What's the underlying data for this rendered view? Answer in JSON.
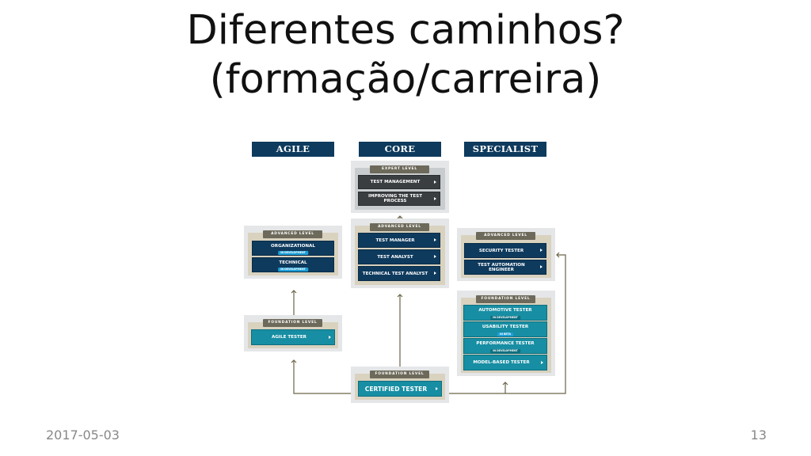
{
  "slide": {
    "title_line1": "Diferentes caminhos?",
    "title_line2": "(formação/carreira)",
    "date": "2017-05-03",
    "page": "13"
  },
  "diagram": {
    "headers": {
      "agile": "AGILE",
      "core": "CORE",
      "specialist": "SPECIALIST"
    },
    "levels": {
      "expert": "EXPERT LEVEL",
      "advanced": "ADVANCED LEVEL",
      "foundation": "FOUNDATION LEVEL"
    },
    "core_expert": [
      "TEST MANAGEMENT",
      "IMPROVING THE TEST PROCESS"
    ],
    "core_advanced": [
      "TEST MANAGER",
      "TEST ANALYST",
      "TECHNICAL TEST ANALYST"
    ],
    "core_foundation": "CERTIFIED TESTER",
    "agile_advanced": [
      "ORGANIZATIONAL",
      "TECHNICAL"
    ],
    "agile_foundation": "AGILE TESTER",
    "specialist_advanced": [
      "SECURITY TESTER",
      "TEST AUTOMATION ENGINEER"
    ],
    "specialist_foundation": [
      "AUTOMOTIVE TESTER",
      "USABILITY TESTER",
      "PERFORMANCE TESTER",
      "MODEL-BASED TESTER"
    ],
    "status": {
      "in_development": "IN DEVELOPMENT",
      "in_beta": "IN BETA"
    },
    "colors": {
      "navy": "#0e3a5d",
      "teal": "#178ea3",
      "dark": "#3a3e40",
      "level_label": "#6d6a5b",
      "arrow": "#6b6347"
    }
  }
}
